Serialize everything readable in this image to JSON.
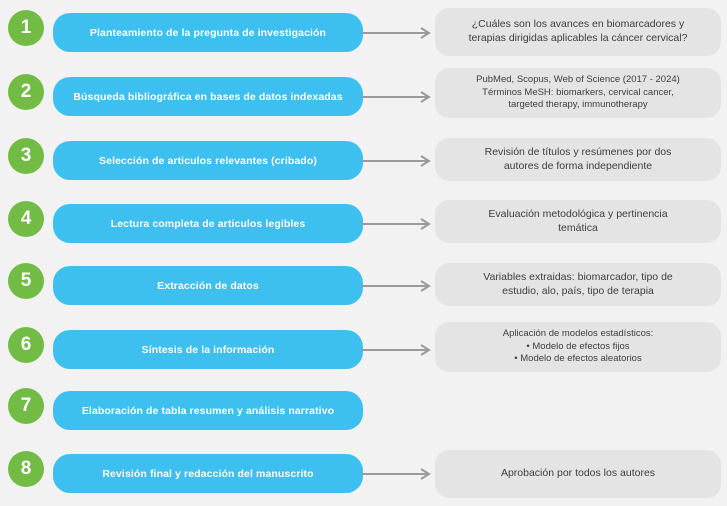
{
  "colors": {
    "background": "#f2f2f2",
    "step_circle_green": "#72bb44",
    "step_box_blue": "#3dc0f0",
    "detail_box_gray": "#e4e4e4",
    "arrow_gray": "#9a9a9a",
    "detail_text_dark": "#3d3d3d",
    "label_text_white": "#ffffff"
  },
  "steps": [
    {
      "number": "1",
      "label": "Planteamiento de la pregunta de investigación",
      "right": "¿Cuáles son los avances en biomarcadores y\nterapias dirigidas aplicables la cáncer cervical?"
    },
    {
      "number": "2",
      "label": "Búsqueda bibliográfica en bases de datos indexadas",
      "right": "PubMed, Scopus, Web of Science (2017 - 2024)\nTérminos MeSH: biomarkers, cervical cancer,\ntargeted therapy, immunotherapy"
    },
    {
      "number": "3",
      "label": "Selección de articulos relevantes (cribado)",
      "right": "Revisión de títulos y resúmenes por dos\nautores de forma independiente"
    },
    {
      "number": "4",
      "label": "Lectura completa de articulos legibles",
      "right": "Evaluación metodológica y pertinencia\ntemática"
    },
    {
      "number": "5",
      "label": "Extracción de datos",
      "right": "Variables extraidas: biomarcador, tipo de\nestudio, alo, país, tipo de terapia"
    },
    {
      "number": "6",
      "label": "Síntesis de la información",
      "right": "Aplicación de modelos estadísticos:\n•   Modelo de efectos fijos\n•   Modelo de efectos aleatorios"
    },
    {
      "number": "7",
      "label": "Elaboración de tabla resumen y análisis narrativo",
      "right": null
    },
    {
      "number": "8",
      "label": "Revisión final y redacción del manuscrito",
      "right": "Aprobación por todos los autores"
    }
  ]
}
